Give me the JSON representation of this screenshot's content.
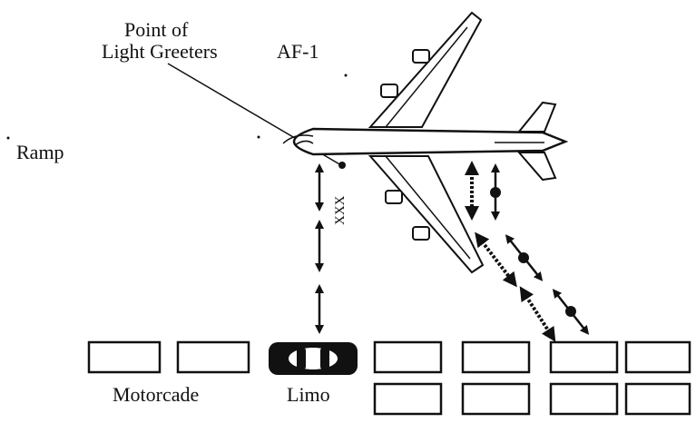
{
  "labels": {
    "greeters_line1": "Point of",
    "greeters_line2": "Light Greeters",
    "aircraft": "AF-1",
    "ramp": "Ramp",
    "xxx": "XXX",
    "motorcade": "Motorcade",
    "limo": "Limo"
  },
  "colors": {
    "ink": "#111111",
    "background": "#ffffff"
  }
}
